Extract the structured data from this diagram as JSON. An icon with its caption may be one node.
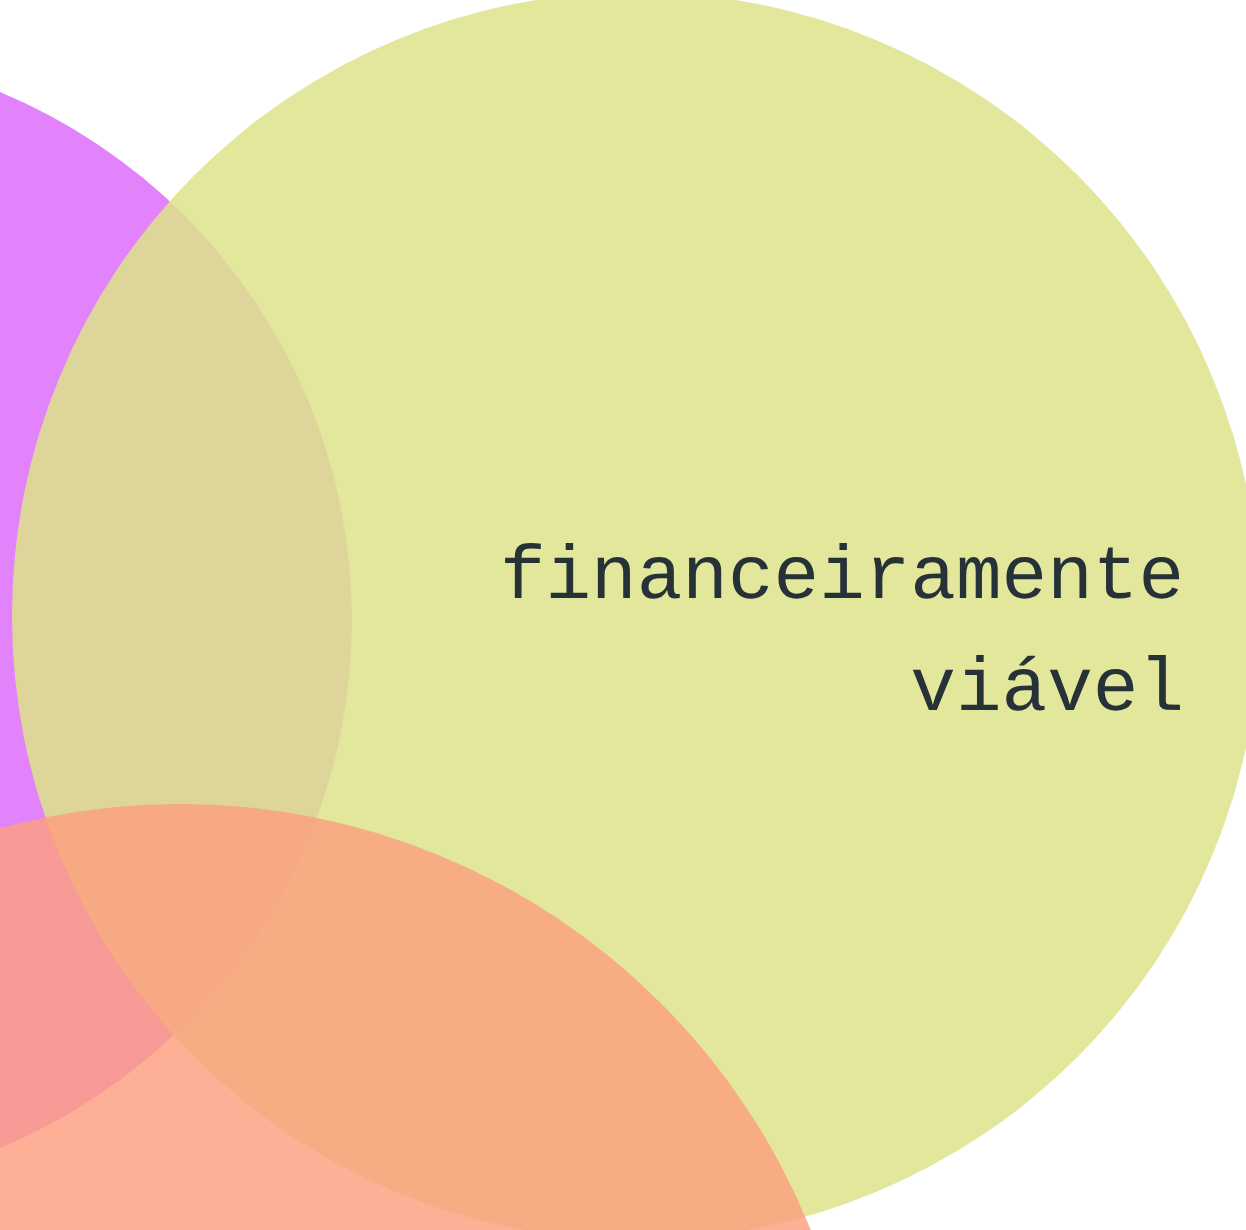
{
  "diagram": {
    "nodes": [
      {
        "text": [],
        "shape": "circle"
      },
      {
        "text": [
          "financeiramente viável"
        ]
      },
      {
        "text": [],
        "shape": "circle"
      }
    ]
  }
}
